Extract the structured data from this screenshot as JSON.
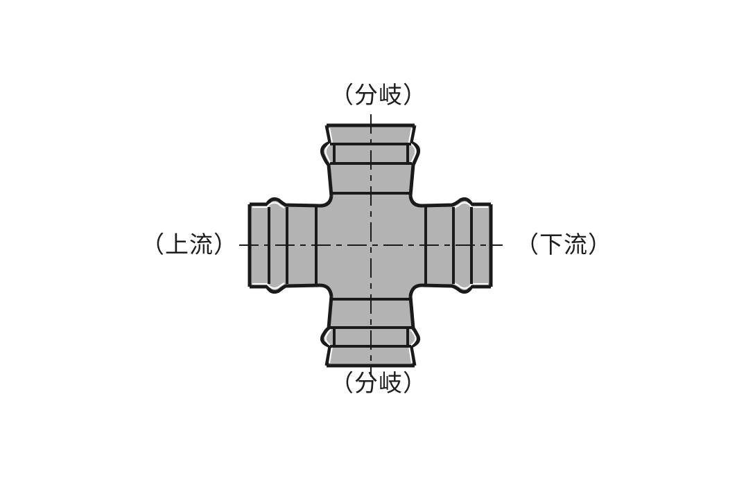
{
  "labels": {
    "branch_top": "（分岐）",
    "branch_bottom": "（分岐）",
    "upstream": "（上流）",
    "downstream": "（下流）"
  },
  "colors": {
    "pipe_fill": "#b3b3b3",
    "outline": "#1a1a1a",
    "highlight": "#ffffff",
    "background": "#ffffff"
  }
}
